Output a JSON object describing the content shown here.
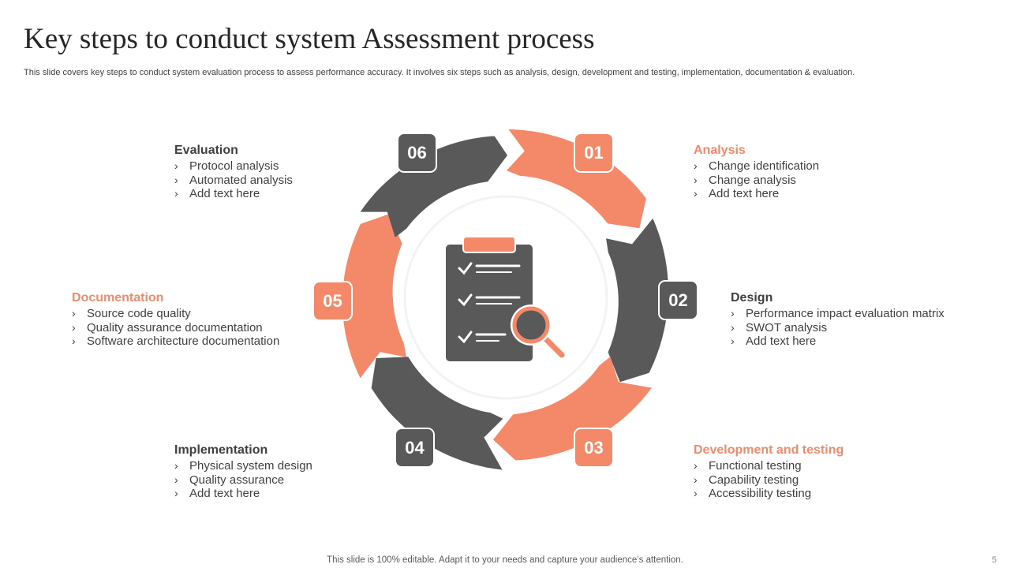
{
  "slide": {
    "title": "Key steps to conduct system Assessment process",
    "subtitle": "This slide covers key steps to conduct system evaluation process to assess performance accuracy. It involves six steps such as analysis, design, development and testing, implementation, documentation & evaluation.",
    "footer": "This slide is 100% editable. Adapt it to your needs and capture your audience’s attention.",
    "page_number": "5"
  },
  "colors": {
    "accent": "#f4896a",
    "dark": "#595959",
    "text": "#404040"
  },
  "center_icon": "clipboard-magnifier-icon",
  "bullet_glyph": "›",
  "steps": [
    {
      "number": "01",
      "title": "Analysis",
      "color": "accent",
      "items": [
        "Change identification",
        "Change analysis",
        "Add text here"
      ]
    },
    {
      "number": "02",
      "title": "Design",
      "color": "dark",
      "items": [
        "Performance impact evaluation matrix",
        "SWOT analysis",
        "Add text here"
      ]
    },
    {
      "number": "03",
      "title": "Development and testing",
      "color": "accent",
      "items": [
        "Functional testing",
        "Capability testing",
        "Accessibility testing"
      ]
    },
    {
      "number": "04",
      "title": "Implementation",
      "color": "dark",
      "items": [
        "Physical system design",
        "Quality assurance",
        "Add text here"
      ]
    },
    {
      "number": "05",
      "title": "Documentation",
      "color": "accent",
      "items": [
        "Source code quality",
        "Quality assurance documentation",
        "Software architecture documentation"
      ]
    },
    {
      "number": "06",
      "title": "Evaluation",
      "color": "dark",
      "items": [
        "Protocol analysis",
        "Automated analysis",
        "Add text here"
      ]
    }
  ]
}
